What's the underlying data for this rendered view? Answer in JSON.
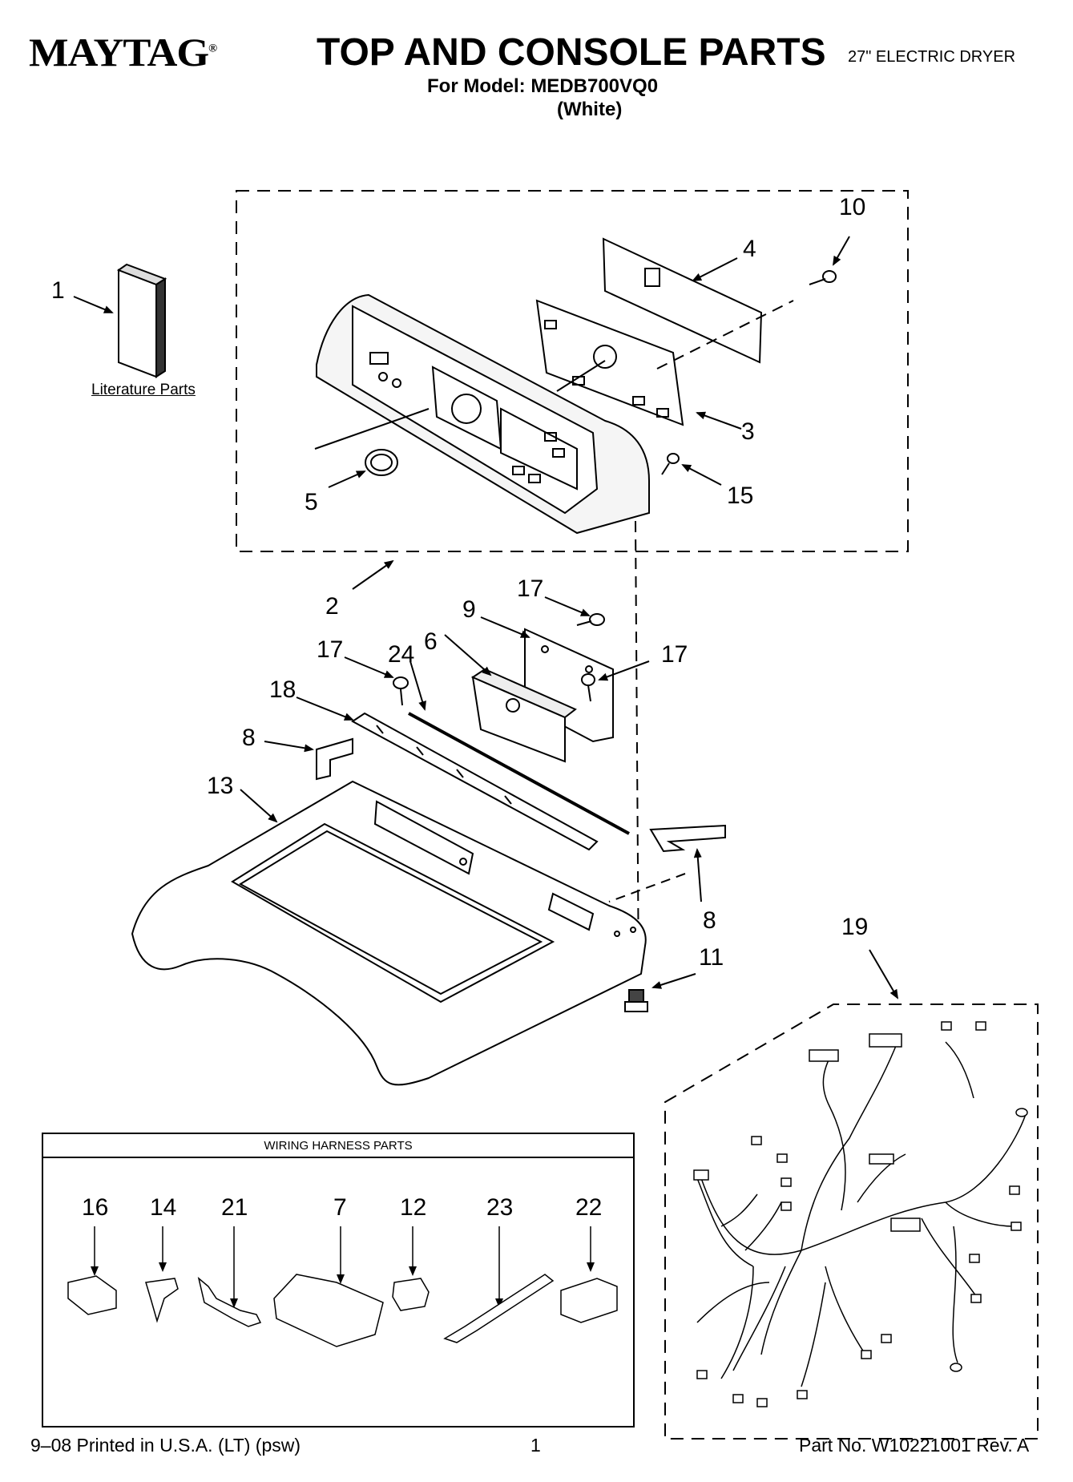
{
  "header": {
    "brand": "MAYTAG",
    "trademark": "®",
    "title": "TOP AND CONSOLE PARTS",
    "model_line": "For Model: MEDB700VQ0",
    "color_line": "(White)",
    "product": "27\" ELECTRIC DRYER"
  },
  "callouts": {
    "c1": "1",
    "c2": "2",
    "c3": "3",
    "c4": "4",
    "c5": "5",
    "c6": "6",
    "c8a": "8",
    "c8b": "8",
    "c9": "9",
    "c10": "10",
    "c11": "11",
    "c13": "13",
    "c15": "15",
    "c17a": "17",
    "c17b": "17",
    "c17c": "17",
    "c18": "18",
    "c19": "19",
    "c24": "24"
  },
  "literature_label": "Literature Parts",
  "wiring_harness": {
    "title": "WIRING HARNESS PARTS",
    "items": [
      "16",
      "14",
      "21",
      "7",
      "12",
      "23",
      "22"
    ]
  },
  "footer": {
    "print_info": "9–08 Printed in U.S.A. (LT) (psw)",
    "page": "1",
    "part_no": "Part No. W10221001 Rev. A"
  }
}
